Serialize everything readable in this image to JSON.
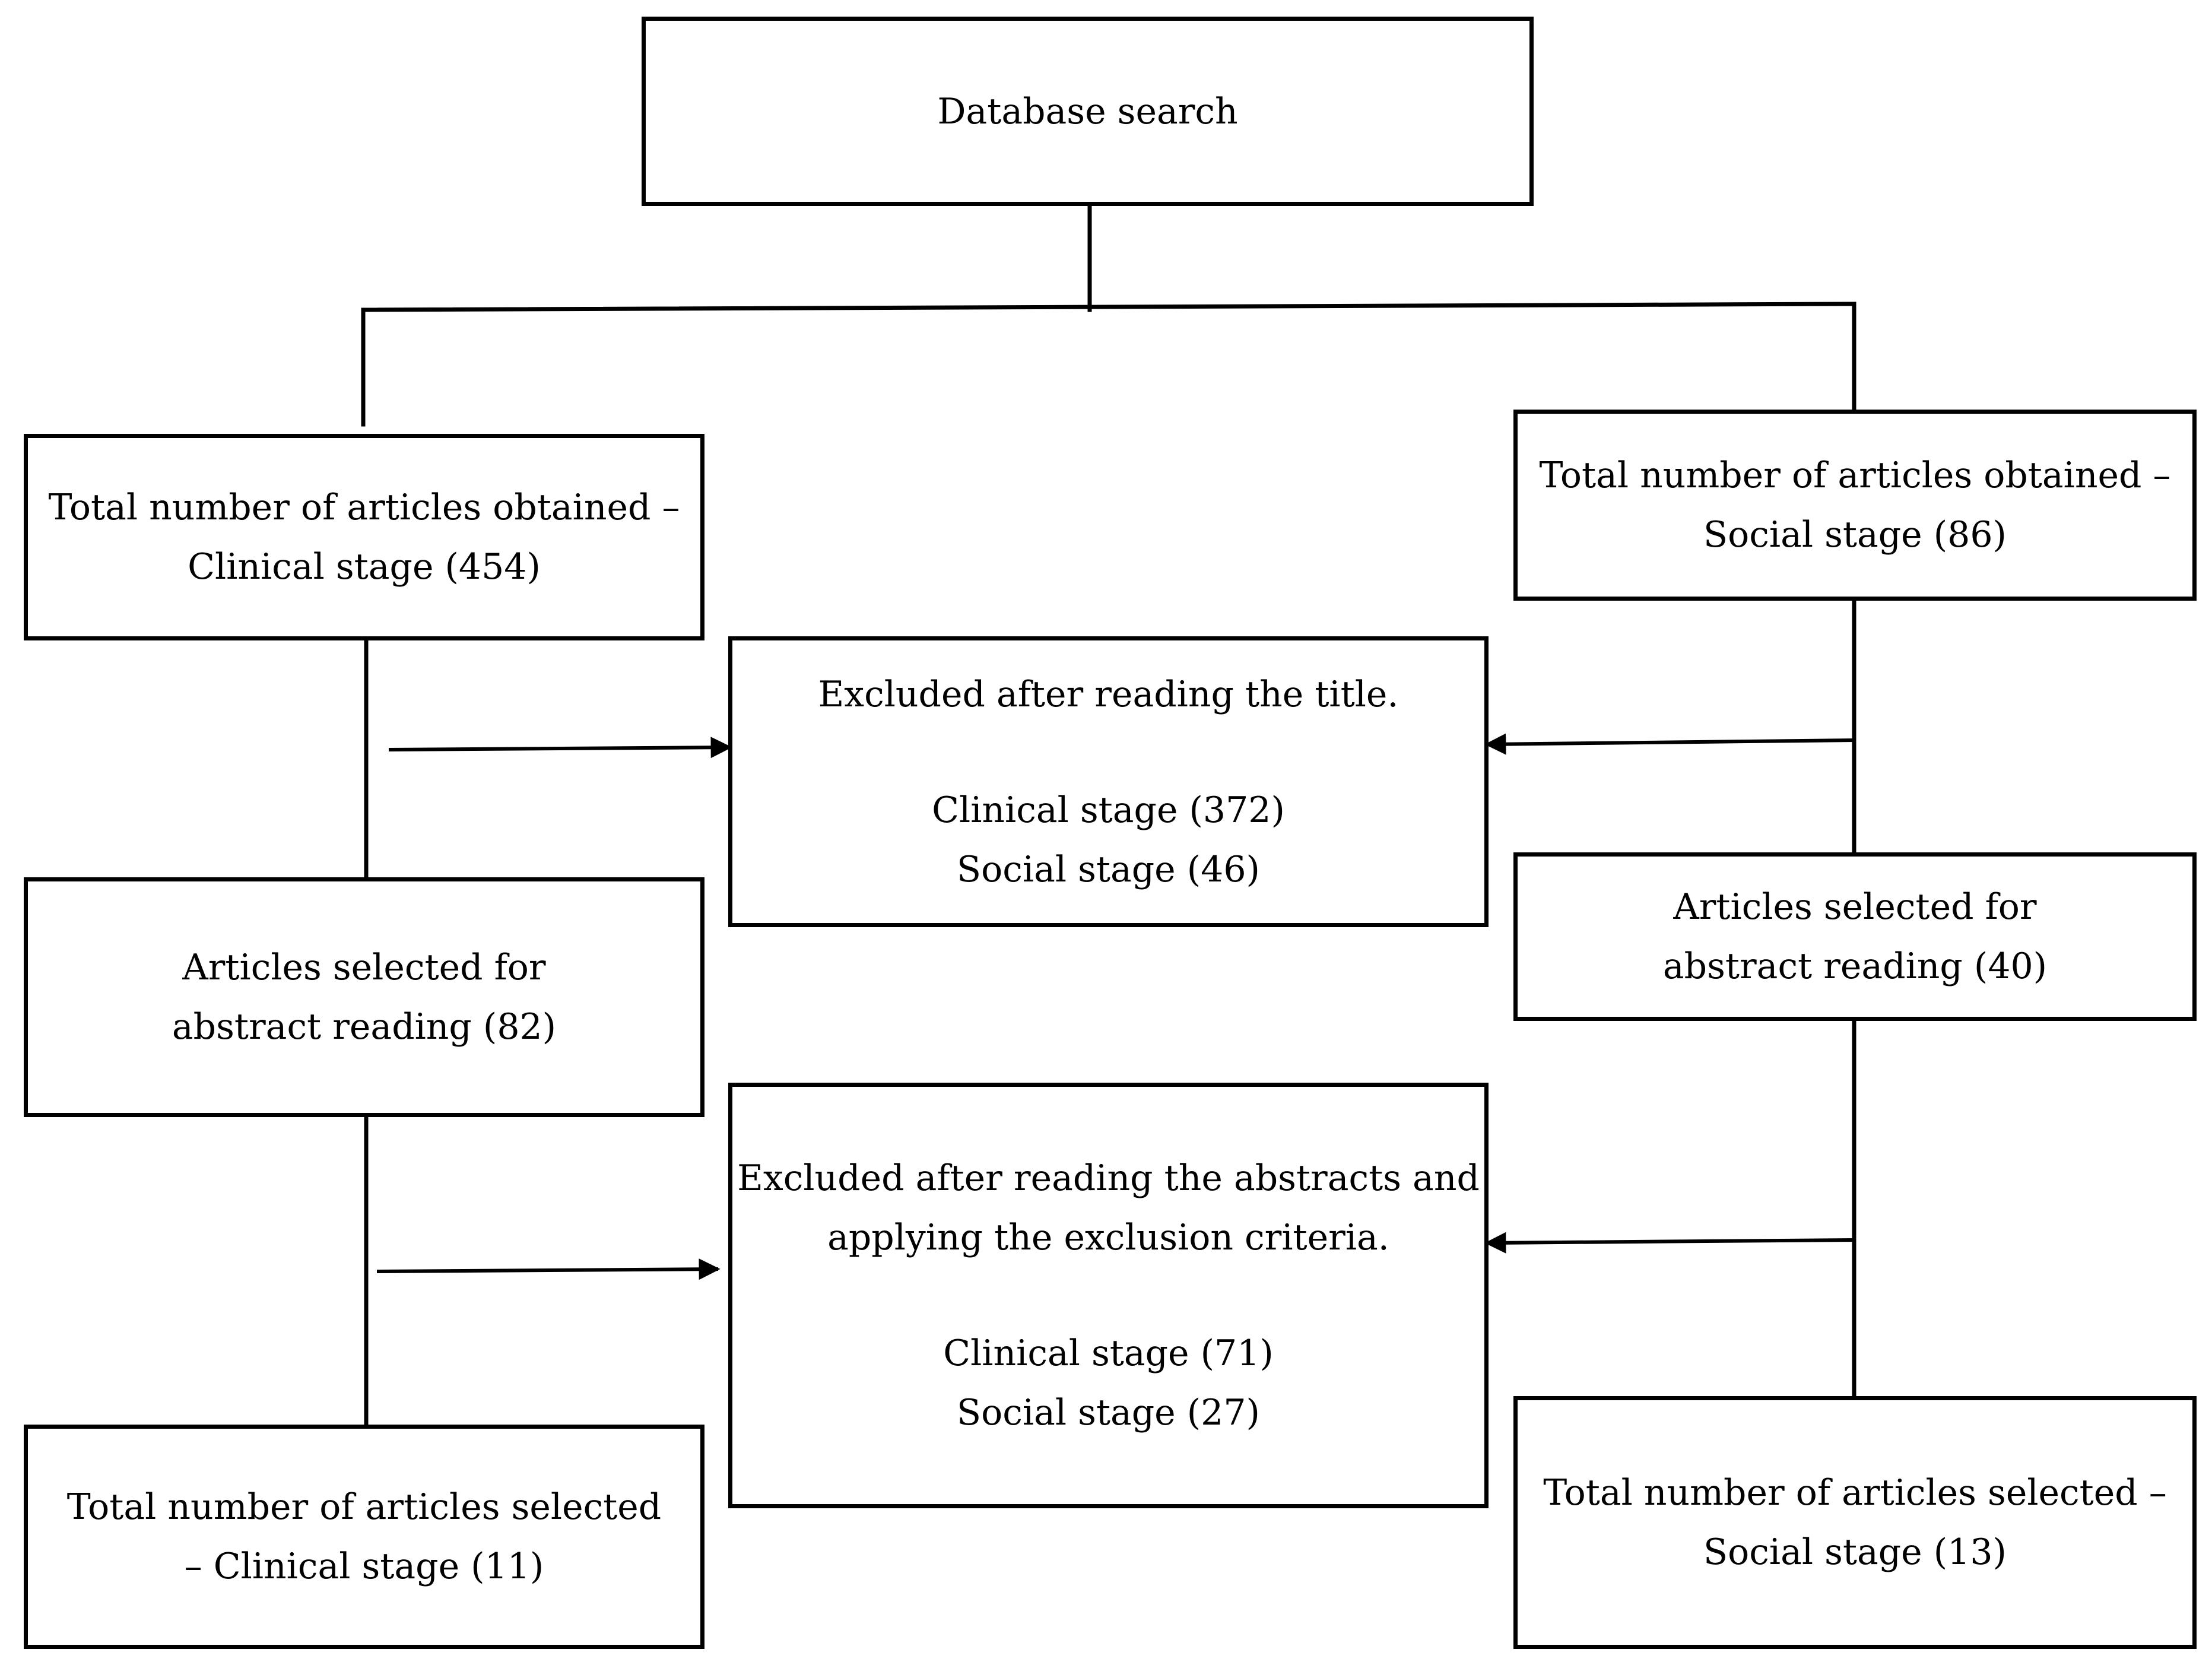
{
  "flowchart": {
    "database_search": {
      "label": "Database search"
    },
    "clinical": {
      "total_obtained": {
        "line1": "Total number of articles obtained –",
        "line2": "Clinical stage (454)"
      },
      "abstract_reading": {
        "line1": "Articles selected for",
        "line2": "abstract reading (82)"
      },
      "total_selected": {
        "line1": "Total number of articles selected",
        "line2": "– Clinical stage (11)"
      }
    },
    "social": {
      "total_obtained": {
        "line1": "Total number of articles obtained –",
        "line2": "Social stage (86)"
      },
      "abstract_reading": {
        "line1": "Articles selected for",
        "line2": "abstract reading (40)"
      },
      "total_selected": {
        "line1": "Total number of articles selected –",
        "line2": "Social stage (13)"
      }
    },
    "excluded_title": {
      "heading": "Excluded after reading the title.",
      "clinical": "Clinical stage (372)",
      "social": "Social stage (46)"
    },
    "excluded_abstract": {
      "heading_line1": "Excluded after reading the abstracts and",
      "heading_line2": "applying the exclusion criteria.",
      "clinical": "Clinical stage (71)",
      "social": "Social stage (27)"
    }
  }
}
